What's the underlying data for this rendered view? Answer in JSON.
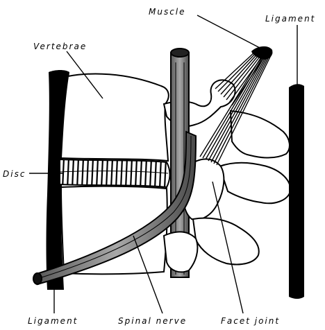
{
  "labels": {
    "muscle": "Muscle",
    "ligament_right": "Ligament",
    "vertebrae": "Vertebrae",
    "disc": "Disc",
    "ligament_left": "Ligament",
    "spinal_nerve": "Spinal nerve",
    "facet_joint": "Facet joint"
  },
  "colors": {
    "ink": "#000000",
    "paper": "#ffffff",
    "nerve_fill": "#8a8a8a"
  }
}
